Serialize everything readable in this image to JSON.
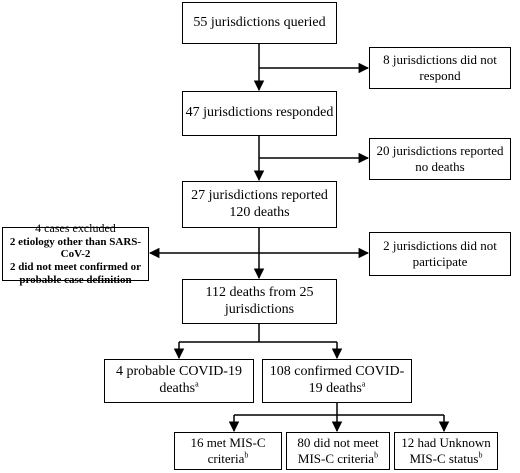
{
  "nodes": {
    "queried": "55 jurisdictions queried",
    "no_response": "8 jurisdictions did not respond",
    "responded": "47 jurisdictions responded",
    "no_deaths": "20 jurisdictions reported no deaths",
    "reported_line1": "27 jurisdictions reported",
    "reported_line2": "120 deaths",
    "excluded_title": "4 cases excluded",
    "excluded_line1": "2 etiology other than SARS-CoV-2",
    "excluded_line2": "2 did not meet confirmed or",
    "excluded_line3": "probable case definition",
    "not_participate": "2 jurisdictions did not participate",
    "deaths_112": "112 deaths from 25 jurisdictions",
    "probable_text": "4 probable COVID-19 deaths",
    "confirmed_text": "108 confirmed COVID-19 deaths",
    "met_misc": "16 met MIS-C criteria",
    "not_met_misc": "80 did not meet MIS-C criteria",
    "unknown_misc": "12 had Unknown MIS-C status"
  },
  "footnotes": {
    "a": "a",
    "b": "b"
  },
  "colors": {
    "line": "#000000",
    "box_border": "#000000",
    "background": "#ffffff"
  }
}
